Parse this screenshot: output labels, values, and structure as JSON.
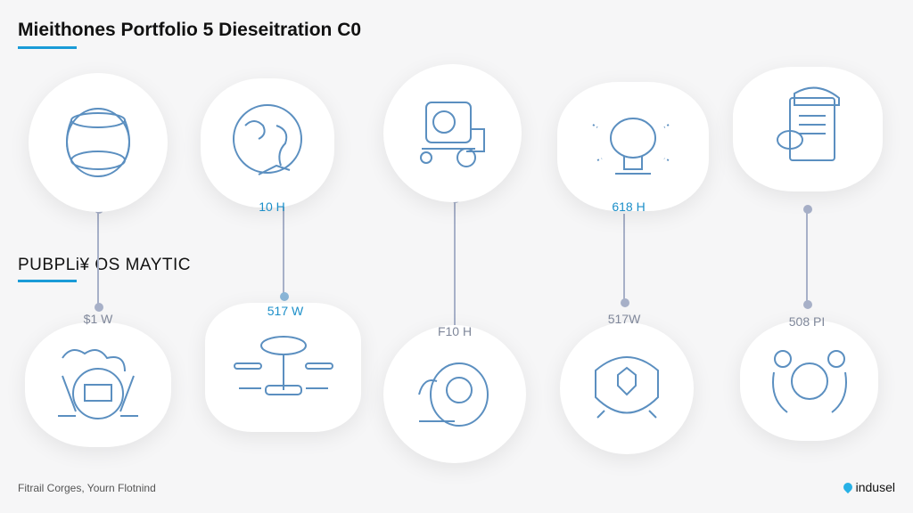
{
  "header": {
    "title": "Mieithones Portfolio 5 Dieseitration C0"
  },
  "section": {
    "title": "PUBPLi¥ OS MAYTIC"
  },
  "top_nodes": [
    {
      "icon": "lantern-icon"
    },
    {
      "icon": "globe-icon",
      "label": "10 H"
    },
    {
      "icon": "machine-icon"
    },
    {
      "icon": "robot-icon",
      "label": "618 H"
    },
    {
      "icon": "document-icon"
    }
  ],
  "bottom_nodes": [
    {
      "icon": "tree-icon",
      "label": "$1 W"
    },
    {
      "icon": "platform-icon",
      "label": "517 W"
    },
    {
      "icon": "coin-icon",
      "label": "F10 H"
    },
    {
      "icon": "shield-icon",
      "label": "517W"
    },
    {
      "icon": "people-icon",
      "label": "508 PI"
    }
  ],
  "footer": {
    "text": "Fitrail Corges, Yourn Flotnind",
    "brand": "indusel"
  },
  "colors": {
    "accent": "#1a9bd7",
    "line": "#a7b0c8",
    "icon": "#5b8fc0"
  }
}
